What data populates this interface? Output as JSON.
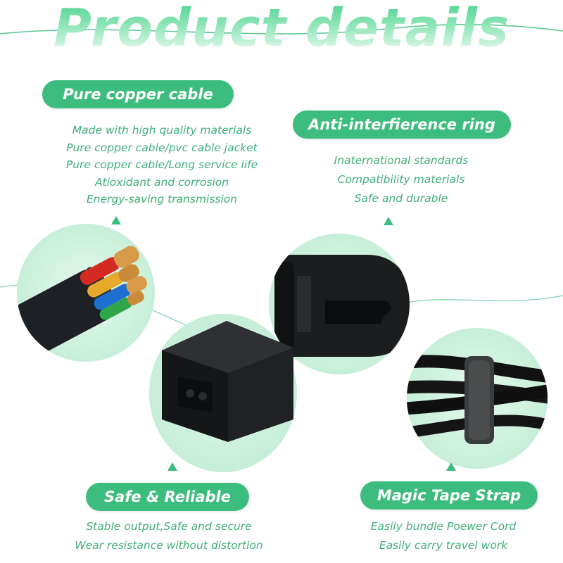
{
  "title": "Product details",
  "colors": {
    "accent": "#3dbd7d",
    "text": "#3fae78",
    "circle": "#cdf1dd"
  },
  "sections": {
    "copper": {
      "label": "Pure copper cable",
      "lines": [
        "Made with high quality materials",
        "Pure copper cable/pvc cable jacket",
        "Pure copper cable/Long service life",
        "Atioxidant and corrosion",
        "Energy-saving transmission"
      ]
    },
    "ring": {
      "label": "Anti-interfierence ring",
      "lines": [
        "Inaternational standards",
        "Compatibility materials",
        "Safe and durable"
      ]
    },
    "safe": {
      "label": "Safe & Reliable",
      "lines": [
        "Stable output,Safe and secure",
        "Wear resistance without distortion"
      ]
    },
    "tape": {
      "label": "Magic Tape Strap",
      "lines": [
        "Easily bundle Poewer Cord",
        "Easily carry travel work"
      ]
    }
  },
  "photos": {
    "cable_cross_section": "cable-cross-section-photo",
    "adapter": "power-adapter-photo",
    "connector": "connector-plug-photo",
    "strap": "cable-strap-photo"
  }
}
